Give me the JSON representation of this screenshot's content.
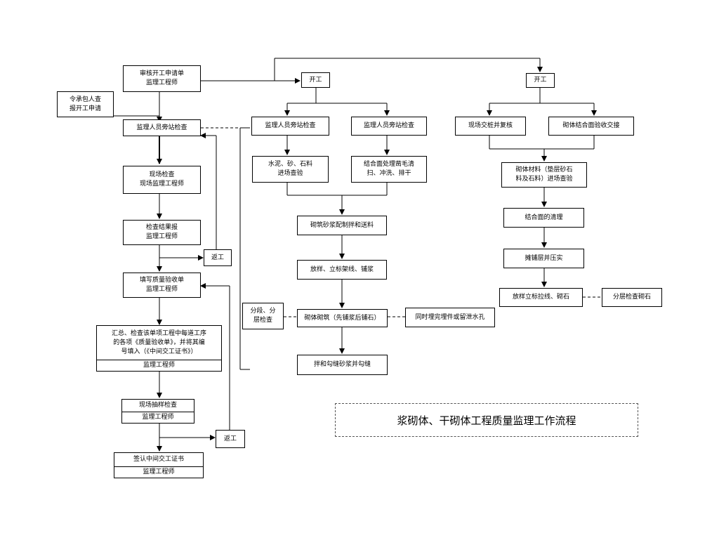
{
  "title": "浆砌体、干砌体工程质量监理工作流程",
  "left": {
    "review_apply": [
      "审核开工申请单",
      "监理工程师"
    ],
    "contractor_apply": [
      "令承包人查",
      "报开工申请"
    ],
    "onsite_check": "监理人员旁站检查",
    "site_check": [
      "现场检查",
      "现场监理工程师"
    ],
    "result_report": [
      "检查结果报",
      "监理工程师"
    ],
    "rework1": "返工",
    "fill_form": [
      "填写质量验收单",
      "监理工程师"
    ],
    "summary": [
      "汇总、检查该单项工程中每道工序\n的各项《质量验收单》，并将其编\n号填入（《中间交工证书》）",
      "监理工程师"
    ],
    "sampling": [
      "现场抽样检查",
      "监理工程师"
    ],
    "rework2": "返工",
    "certificate": [
      "签认中间交工证书",
      "监理工程师"
    ]
  },
  "middle": {
    "start": "开工",
    "onsite_a": "监理人员旁站检查",
    "onsite_b": "监理人员旁站检查",
    "materials": "水泥、砂、石料\n进场查验",
    "joint": "结合面处理凿毛清\n扫、冲洗、排干",
    "mortar_mix": "砌筑砂浆配制拌和送料",
    "setout": "放样、立标架线、铺浆",
    "segment": "分段、分\n层检查",
    "masonry": "砌体砌筑（先铺浆后铺石）",
    "embed": "同时埋完埋件或留泄水孔",
    "pointing": "拌和勾缝砂浆并勾缝"
  },
  "right": {
    "start": "开工",
    "handover": "现场交桩并复核",
    "joint_accept": "砌体结合面验收交接",
    "materials": "砌体材料（垫层砂石\n料及石料）进场查验",
    "cleaning": "结合面的清理",
    "spread": "摊铺层并压实",
    "setout": "放样立标拉线、砌石",
    "layer_check": "分层检查砌石"
  }
}
